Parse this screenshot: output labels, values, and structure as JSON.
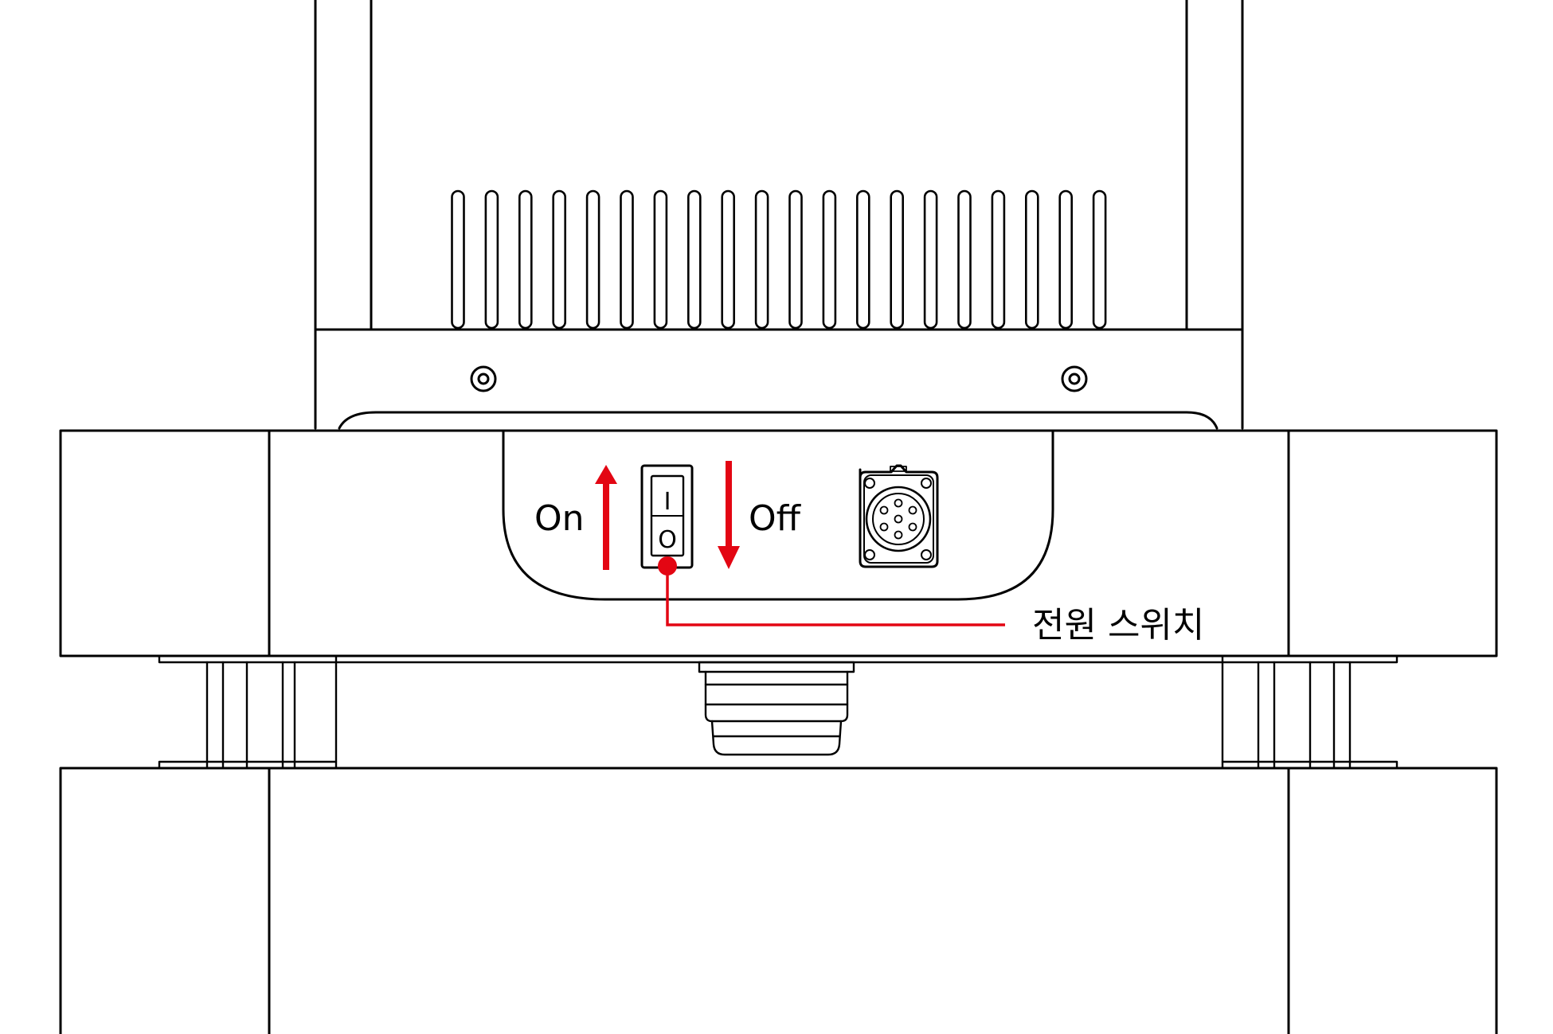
{
  "labels": {
    "on": "On",
    "off": "Off",
    "switch_on_symbol": "I",
    "switch_off_symbol": "O",
    "callout": "전원 스위치"
  },
  "colors": {
    "line": "#000000",
    "accent": "#e30613",
    "background": "#ffffff"
  },
  "icons": {
    "up_arrow": "arrow-up-icon",
    "down_arrow": "arrow-down-icon",
    "connector": "circular-connector-icon"
  }
}
